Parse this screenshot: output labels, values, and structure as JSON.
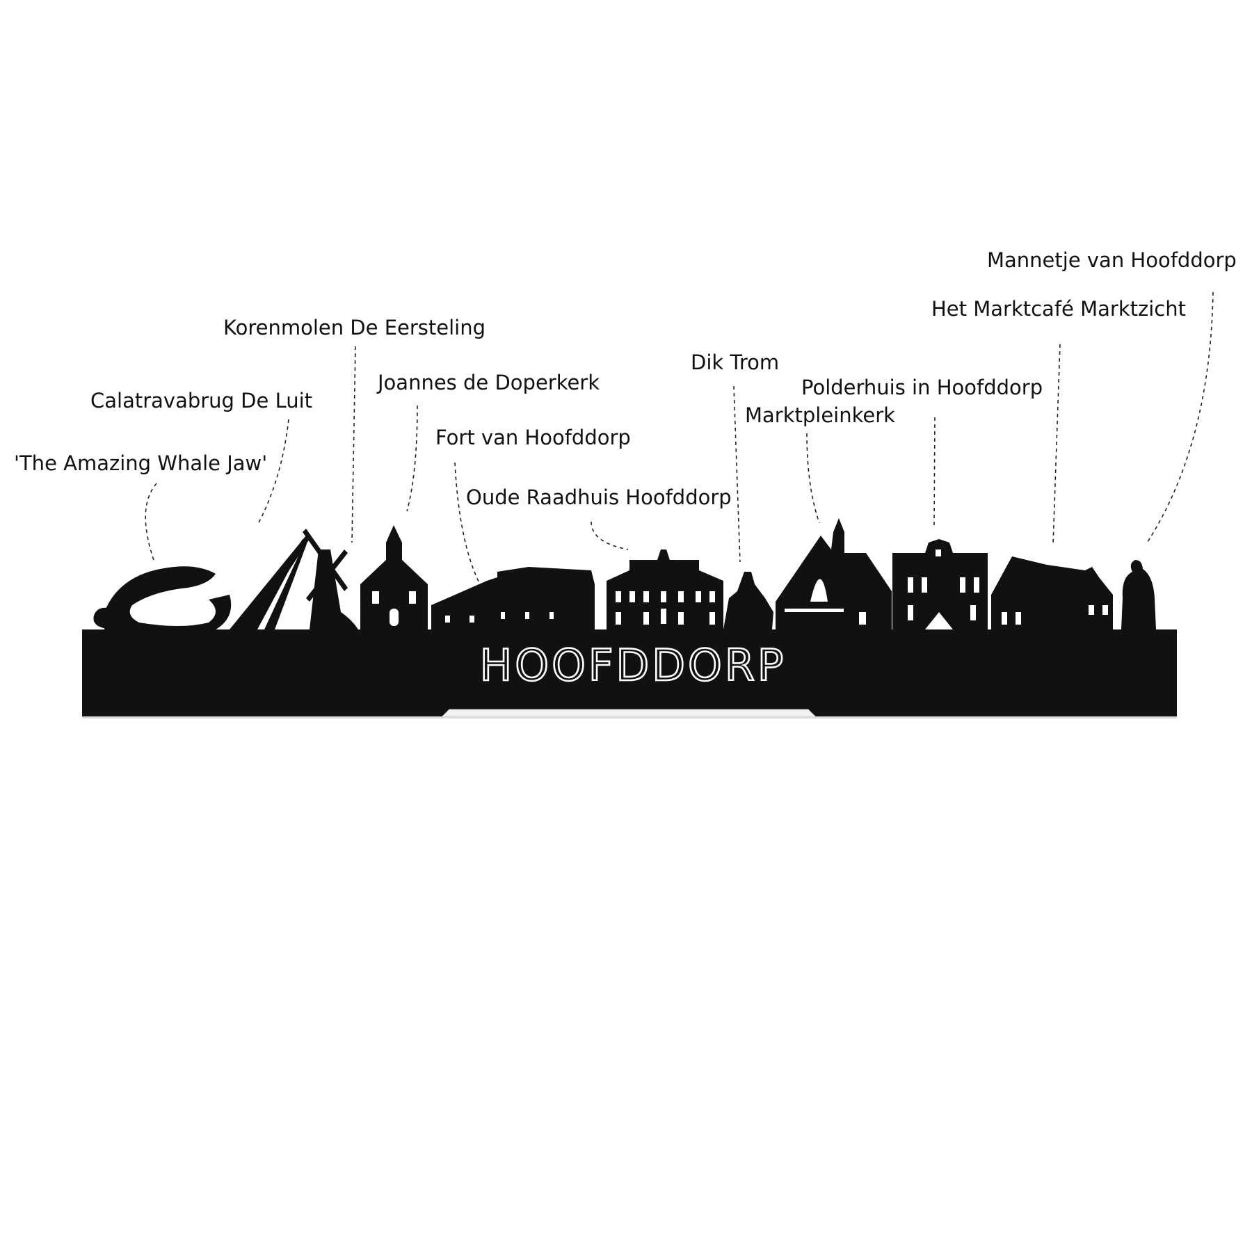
{
  "plate": {
    "city_name": "HOOFDDORP",
    "color": "#111111",
    "stand_color": "#f2f2f2"
  },
  "landmarks": [
    {
      "id": "whale-jaw",
      "label": "'The Amazing Whale Jaw'"
    },
    {
      "id": "calatravabrug",
      "label": "Calatravabrug De Luit"
    },
    {
      "id": "korenmolen",
      "label": "Korenmolen De Eersteling"
    },
    {
      "id": "doperkerk",
      "label": "Joannes de Doperkerk"
    },
    {
      "id": "fort",
      "label": "Fort van Hoofddorp"
    },
    {
      "id": "raadhuis",
      "label": "Oude Raadhuis Hoofddorp"
    },
    {
      "id": "dik-trom",
      "label": "Dik Trom"
    },
    {
      "id": "marktpleinkerk",
      "label": "Marktpleinkerk"
    },
    {
      "id": "polderhuis",
      "label": "Polderhuis in Hoofddorp"
    },
    {
      "id": "marktcafe",
      "label": "Het Marktcafé Marktzicht"
    },
    {
      "id": "mannetje",
      "label": "Mannetje van Hoofddorp"
    }
  ]
}
